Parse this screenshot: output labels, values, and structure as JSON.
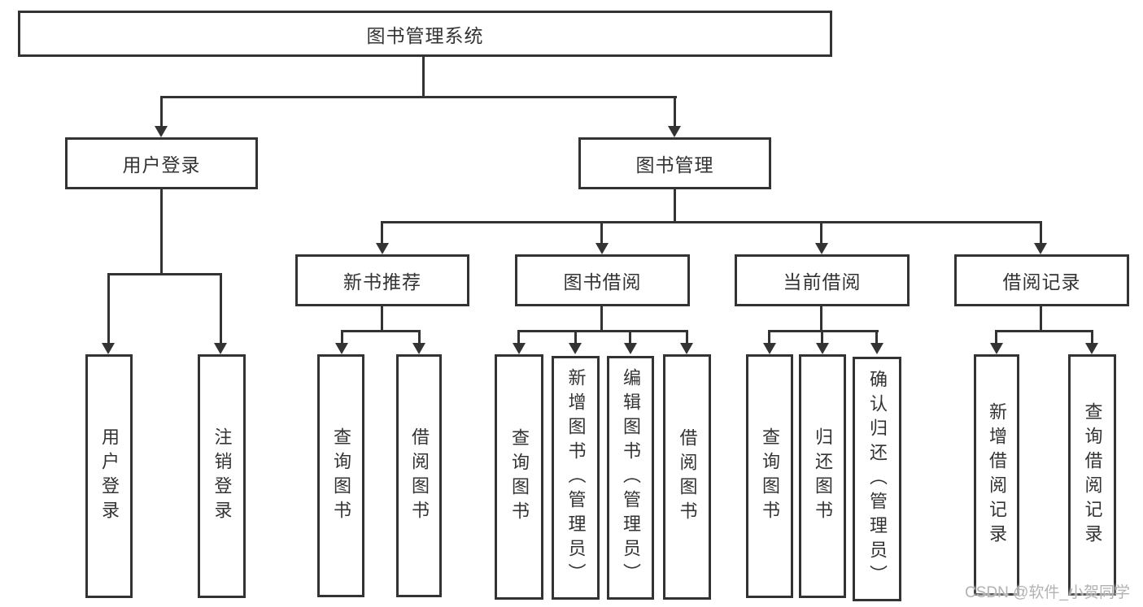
{
  "page": {
    "background": "#ffffff"
  },
  "colors": {
    "line": "#333333",
    "text": "#333333",
    "watermark": "#b2b2b2"
  },
  "watermark": {
    "text": "CSDN @软件_小贺同学"
  },
  "tree": {
    "root": "图书管理系统",
    "branches": [
      {
        "label": "用户登录",
        "children": [
          {
            "label": "用户登录"
          },
          {
            "label": "注销登录"
          }
        ]
      },
      {
        "label": "图书管理",
        "sections": [
          {
            "label": "新书推荐",
            "children": [
              {
                "label": "查询图书"
              },
              {
                "label": "借阅图书"
              }
            ]
          },
          {
            "label": "图书借阅",
            "children": [
              {
                "label": "查询图书"
              },
              {
                "label": "新增图书（管理员）"
              },
              {
                "label": "编辑图书（管理员）"
              },
              {
                "label": "借阅图书"
              }
            ]
          },
          {
            "label": "当前借阅",
            "children": [
              {
                "label": "查询图书"
              },
              {
                "label": "归还图书"
              },
              {
                "label": "确认归还（管理员）"
              }
            ]
          },
          {
            "label": "借阅记录",
            "children": [
              {
                "label": "新增借阅记录"
              },
              {
                "label": "查询借阅记录"
              }
            ]
          }
        ]
      }
    ]
  }
}
